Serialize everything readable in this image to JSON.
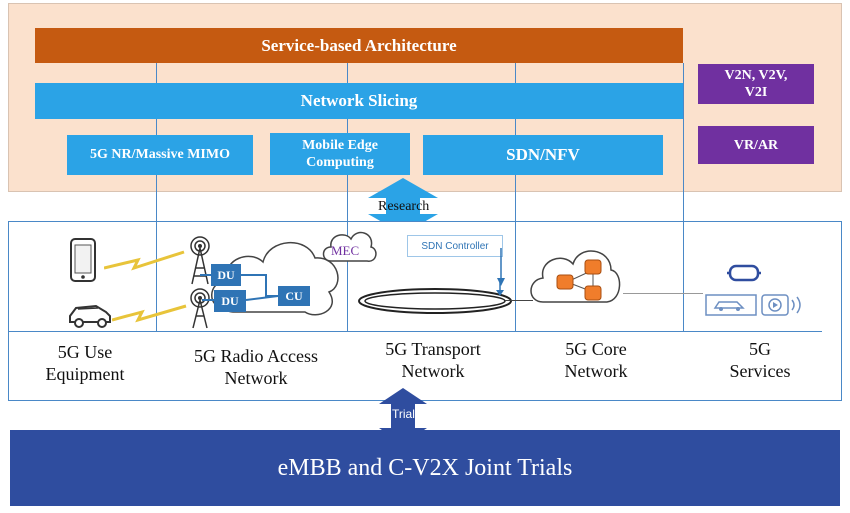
{
  "top": {
    "service_based": "Service-based Architecture",
    "network_slicing": "Network Slicing",
    "nr_mimo": "5G NR/Massive MIMO",
    "mec_line1": "Mobile Edge",
    "mec_line2": "Computing",
    "sdn_nfv": "SDN/NFV",
    "v2x_line1": "V2N, V2V,",
    "v2x_line2": "V2I",
    "vr_ar": "VR/AR"
  },
  "arrows": {
    "research": "Research",
    "trial": "Trial"
  },
  "network": {
    "du1": "DU",
    "du2": "DU",
    "cu": "CU",
    "mec": "MEC",
    "sdn_controller": "SDN Controller",
    "sections": [
      {
        "line1": "5G Use",
        "line2": "Equipment"
      },
      {
        "line1": "5G Radio Access",
        "line2": "Network"
      },
      {
        "line1": "5G Transport",
        "line2": "Network"
      },
      {
        "line1": "5G Core",
        "line2": "Network"
      },
      {
        "line1": "5G",
        "line2": "Services"
      }
    ]
  },
  "bottom": {
    "title": "eMBB and C-V2X Joint Trials"
  },
  "colors": {
    "orange": "#c55a11",
    "blue": "#2ba3e6",
    "purple": "#7030a0",
    "navy": "#2f4d9f",
    "peach": "#fbe1cd"
  }
}
